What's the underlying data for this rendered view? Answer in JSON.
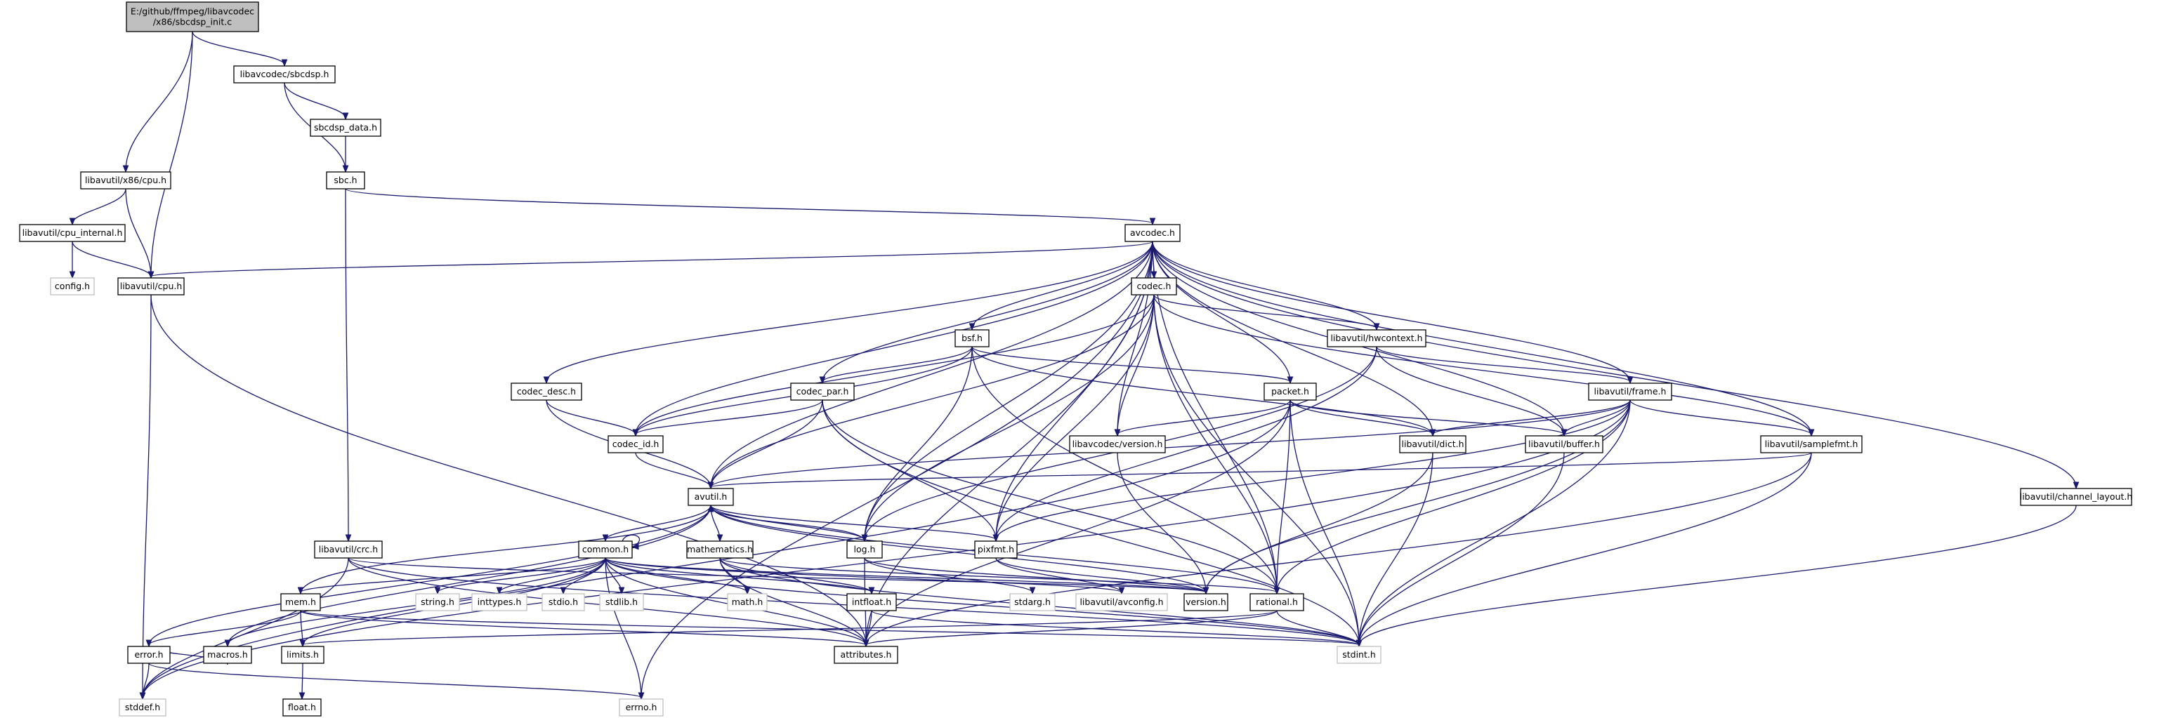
{
  "graph": {
    "colors": {
      "edge": "#191970",
      "root_fill": "#bfbfbf",
      "node_border": "#000000",
      "system_border": "#bfbfbf",
      "background": "#ffffff"
    },
    "nodes": [
      {
        "id": "root",
        "lines": [
          "E:/github/ffmpeg/libavcodec",
          "/x86/sbcdsp_init.c"
        ],
        "style": "root"
      },
      {
        "id": "lsbcdsp",
        "lines": [
          "libavcodec/sbcdsp.h"
        ],
        "style": "normal"
      },
      {
        "id": "sbcdata",
        "lines": [
          "sbcdsp_data.h"
        ],
        "style": "normal"
      },
      {
        "id": "sbc",
        "lines": [
          "sbc.h"
        ],
        "style": "normal"
      },
      {
        "id": "x86cpu",
        "lines": [
          "libavutil/x86/cpu.h"
        ],
        "style": "normal"
      },
      {
        "id": "cpuint",
        "lines": [
          "libavutil/cpu_internal.h"
        ],
        "style": "normal"
      },
      {
        "id": "config",
        "lines": [
          "config.h"
        ],
        "style": "system"
      },
      {
        "id": "lcpu",
        "lines": [
          "libavutil/cpu.h"
        ],
        "style": "normal"
      },
      {
        "id": "avcodec",
        "lines": [
          "avcodec.h"
        ],
        "style": "normal"
      },
      {
        "id": "codec",
        "lines": [
          "codec.h"
        ],
        "style": "normal"
      },
      {
        "id": "bsf",
        "lines": [
          "bsf.h"
        ],
        "style": "normal"
      },
      {
        "id": "hwctx",
        "lines": [
          "libavutil/hwcontext.h"
        ],
        "style": "normal"
      },
      {
        "id": "codecdesc",
        "lines": [
          "codec_desc.h"
        ],
        "style": "normal"
      },
      {
        "id": "codecpar",
        "lines": [
          "codec_par.h"
        ],
        "style": "normal"
      },
      {
        "id": "packet",
        "lines": [
          "packet.h"
        ],
        "style": "normal"
      },
      {
        "id": "frame",
        "lines": [
          "libavutil/frame.h"
        ],
        "style": "normal"
      },
      {
        "id": "codecid",
        "lines": [
          "codec_id.h"
        ],
        "style": "normal"
      },
      {
        "id": "lversion",
        "lines": [
          "libavcodec/version.h"
        ],
        "style": "normal"
      },
      {
        "id": "dict",
        "lines": [
          "libavutil/dict.h"
        ],
        "style": "normal"
      },
      {
        "id": "buffer",
        "lines": [
          "libavutil/buffer.h"
        ],
        "style": "normal"
      },
      {
        "id": "samplefmt",
        "lines": [
          "libavutil/samplefmt.h"
        ],
        "style": "normal"
      },
      {
        "id": "chlayout",
        "lines": [
          "libavutil/channel_layout.h"
        ],
        "style": "normal"
      },
      {
        "id": "avutil",
        "lines": [
          "avutil.h"
        ],
        "style": "normal"
      },
      {
        "id": "crc",
        "lines": [
          "libavutil/crc.h"
        ],
        "style": "normal"
      },
      {
        "id": "common",
        "lines": [
          "common.h"
        ],
        "style": "normal"
      },
      {
        "id": "math",
        "lines": [
          "mathematics.h"
        ],
        "style": "normal"
      },
      {
        "id": "log",
        "lines": [
          "log.h"
        ],
        "style": "normal"
      },
      {
        "id": "pixfmt",
        "lines": [
          "pixfmt.h"
        ],
        "style": "normal"
      },
      {
        "id": "mem",
        "lines": [
          "mem.h"
        ],
        "style": "normal"
      },
      {
        "id": "string",
        "lines": [
          "string.h"
        ],
        "style": "system"
      },
      {
        "id": "inttypes",
        "lines": [
          "inttypes.h"
        ],
        "style": "system"
      },
      {
        "id": "stdio",
        "lines": [
          "stdio.h"
        ],
        "style": "system"
      },
      {
        "id": "stdlib",
        "lines": [
          "stdlib.h"
        ],
        "style": "system"
      },
      {
        "id": "mathh",
        "lines": [
          "math.h"
        ],
        "style": "system"
      },
      {
        "id": "intfloat",
        "lines": [
          "intfloat.h"
        ],
        "style": "normal"
      },
      {
        "id": "stdarg",
        "lines": [
          "stdarg.h"
        ],
        "style": "system"
      },
      {
        "id": "avconfig",
        "lines": [
          "libavutil/avconfig.h"
        ],
        "style": "system"
      },
      {
        "id": "version",
        "lines": [
          "version.h"
        ],
        "style": "normal"
      },
      {
        "id": "rational",
        "lines": [
          "rational.h"
        ],
        "style": "normal"
      },
      {
        "id": "error",
        "lines": [
          "error.h"
        ],
        "style": "normal"
      },
      {
        "id": "macros",
        "lines": [
          "macros.h"
        ],
        "style": "normal"
      },
      {
        "id": "limits",
        "lines": [
          "limits.h"
        ],
        "style": "normal"
      },
      {
        "id": "attributes",
        "lines": [
          "attributes.h"
        ],
        "style": "normal"
      },
      {
        "id": "stdint",
        "lines": [
          "stdint.h"
        ],
        "style": "system"
      },
      {
        "id": "float",
        "lines": [
          "float.h"
        ],
        "style": "normal"
      },
      {
        "id": "stddef",
        "lines": [
          "stddef.h"
        ],
        "style": "system"
      },
      {
        "id": "errno",
        "lines": [
          "errno.h"
        ],
        "style": "system"
      }
    ],
    "edges": [
      [
        "root",
        "lsbcdsp"
      ],
      [
        "root",
        "x86cpu"
      ],
      [
        "root",
        "lcpu"
      ],
      [
        "lsbcdsp",
        "sbcdata"
      ],
      [
        "lsbcdsp",
        "sbc"
      ],
      [
        "sbcdata",
        "sbc"
      ],
      [
        "sbc",
        "avcodec"
      ],
      [
        "sbc",
        "crc"
      ],
      [
        "x86cpu",
        "cpuint"
      ],
      [
        "x86cpu",
        "lcpu"
      ],
      [
        "cpuint",
        "config"
      ],
      [
        "cpuint",
        "lcpu"
      ],
      [
        "lcpu",
        "attributes"
      ],
      [
        "lcpu",
        "stddef"
      ],
      [
        "avcodec",
        "lcpu"
      ],
      [
        "avcodec",
        "codec"
      ],
      [
        "avcodec",
        "bsf"
      ],
      [
        "avcodec",
        "hwctx"
      ],
      [
        "avcodec",
        "codecdesc"
      ],
      [
        "avcodec",
        "codecpar"
      ],
      [
        "avcodec",
        "packet"
      ],
      [
        "avcodec",
        "frame"
      ],
      [
        "avcodec",
        "codecid"
      ],
      [
        "avcodec",
        "lversion"
      ],
      [
        "avcodec",
        "dict"
      ],
      [
        "avcodec",
        "buffer"
      ],
      [
        "avcodec",
        "samplefmt"
      ],
      [
        "avcodec",
        "chlayout"
      ],
      [
        "avcodec",
        "avutil"
      ],
      [
        "avcodec",
        "log"
      ],
      [
        "avcodec",
        "pixfmt"
      ],
      [
        "avcodec",
        "rational"
      ],
      [
        "avcodec",
        "attributes"
      ],
      [
        "avcodec",
        "errno"
      ],
      [
        "codec",
        "hwctx"
      ],
      [
        "codec",
        "codecid"
      ],
      [
        "codec",
        "lversion"
      ],
      [
        "codec",
        "samplefmt"
      ],
      [
        "codec",
        "avutil"
      ],
      [
        "codec",
        "log"
      ],
      [
        "codec",
        "pixfmt"
      ],
      [
        "codec",
        "rational"
      ],
      [
        "codec",
        "stdint"
      ],
      [
        "bsf",
        "codecpar"
      ],
      [
        "bsf",
        "packet"
      ],
      [
        "bsf",
        "codecid"
      ],
      [
        "bsf",
        "dict"
      ],
      [
        "bsf",
        "log"
      ],
      [
        "bsf",
        "rational"
      ],
      [
        "hwctx",
        "frame"
      ],
      [
        "hwctx",
        "buffer"
      ],
      [
        "hwctx",
        "pixfmt"
      ],
      [
        "hwctx",
        "log"
      ],
      [
        "codecdesc",
        "codecid"
      ],
      [
        "codecdesc",
        "avutil"
      ],
      [
        "codecpar",
        "codecid"
      ],
      [
        "codecpar",
        "avutil"
      ],
      [
        "codecpar",
        "pixfmt"
      ],
      [
        "codecpar",
        "rational"
      ],
      [
        "codecpar",
        "stdint"
      ],
      [
        "packet",
        "lversion"
      ],
      [
        "packet",
        "dict"
      ],
      [
        "packet",
        "buffer"
      ],
      [
        "packet",
        "attributes"
      ],
      [
        "packet",
        "rational"
      ],
      [
        "packet",
        "stdint"
      ],
      [
        "packet",
        "stddef"
      ],
      [
        "frame",
        "avutil"
      ],
      [
        "frame",
        "buffer"
      ],
      [
        "frame",
        "dict"
      ],
      [
        "frame",
        "rational"
      ],
      [
        "frame",
        "samplefmt"
      ],
      [
        "frame",
        "pixfmt"
      ],
      [
        "frame",
        "version"
      ],
      [
        "frame",
        "stdint"
      ],
      [
        "frame",
        "stddef"
      ],
      [
        "codecid",
        "avutil"
      ],
      [
        "lversion",
        "version"
      ],
      [
        "dict",
        "stdint"
      ],
      [
        "dict",
        "version"
      ],
      [
        "buffer",
        "stdint"
      ],
      [
        "samplefmt",
        "avutil"
      ],
      [
        "samplefmt",
        "attributes"
      ],
      [
        "samplefmt",
        "stdint"
      ],
      [
        "chlayout",
        "stdint"
      ],
      [
        "avutil",
        "common"
      ],
      [
        "avutil",
        "error"
      ],
      [
        "avutil",
        "version"
      ],
      [
        "avutil",
        "math"
      ],
      [
        "avutil",
        "rational"
      ],
      [
        "avutil",
        "log"
      ],
      [
        "avutil",
        "pixfmt"
      ],
      [
        "avutil",
        "macros"
      ],
      [
        "crc",
        "stdint"
      ],
      [
        "crc",
        "stddef"
      ],
      [
        "crc",
        "attributes"
      ],
      [
        "crc",
        "version"
      ],
      [
        "common",
        "common"
      ],
      [
        "common",
        "errno"
      ],
      [
        "common",
        "inttypes"
      ],
      [
        "common",
        "limits"
      ],
      [
        "common",
        "mathh"
      ],
      [
        "common",
        "stdint"
      ],
      [
        "common",
        "stdio"
      ],
      [
        "common",
        "stdlib"
      ],
      [
        "common",
        "string"
      ],
      [
        "common",
        "attributes"
      ],
      [
        "common",
        "macros"
      ],
      [
        "common",
        "version"
      ],
      [
        "common",
        "avconfig"
      ],
      [
        "common",
        "mem"
      ],
      [
        "common",
        "intfloat"
      ],
      [
        "math",
        "stdint"
      ],
      [
        "math",
        "mathh"
      ],
      [
        "math",
        "attributes"
      ],
      [
        "math",
        "rational"
      ],
      [
        "math",
        "intfloat"
      ],
      [
        "log",
        "stdarg"
      ],
      [
        "log",
        "avutil"
      ],
      [
        "log",
        "attributes"
      ],
      [
        "log",
        "version"
      ],
      [
        "pixfmt",
        "avconfig"
      ],
      [
        "pixfmt",
        "version"
      ],
      [
        "mem",
        "limits"
      ],
      [
        "mem",
        "stdint"
      ],
      [
        "mem",
        "attributes"
      ],
      [
        "mem",
        "error"
      ],
      [
        "mem",
        "avutil"
      ],
      [
        "intfloat",
        "stdint"
      ],
      [
        "intfloat",
        "attributes"
      ],
      [
        "rational",
        "stdint"
      ],
      [
        "rational",
        "limits"
      ],
      [
        "rational",
        "attributes"
      ],
      [
        "error",
        "errno"
      ],
      [
        "error",
        "stddef"
      ],
      [
        "error",
        "macros"
      ],
      [
        "limits",
        "float"
      ]
    ]
  }
}
